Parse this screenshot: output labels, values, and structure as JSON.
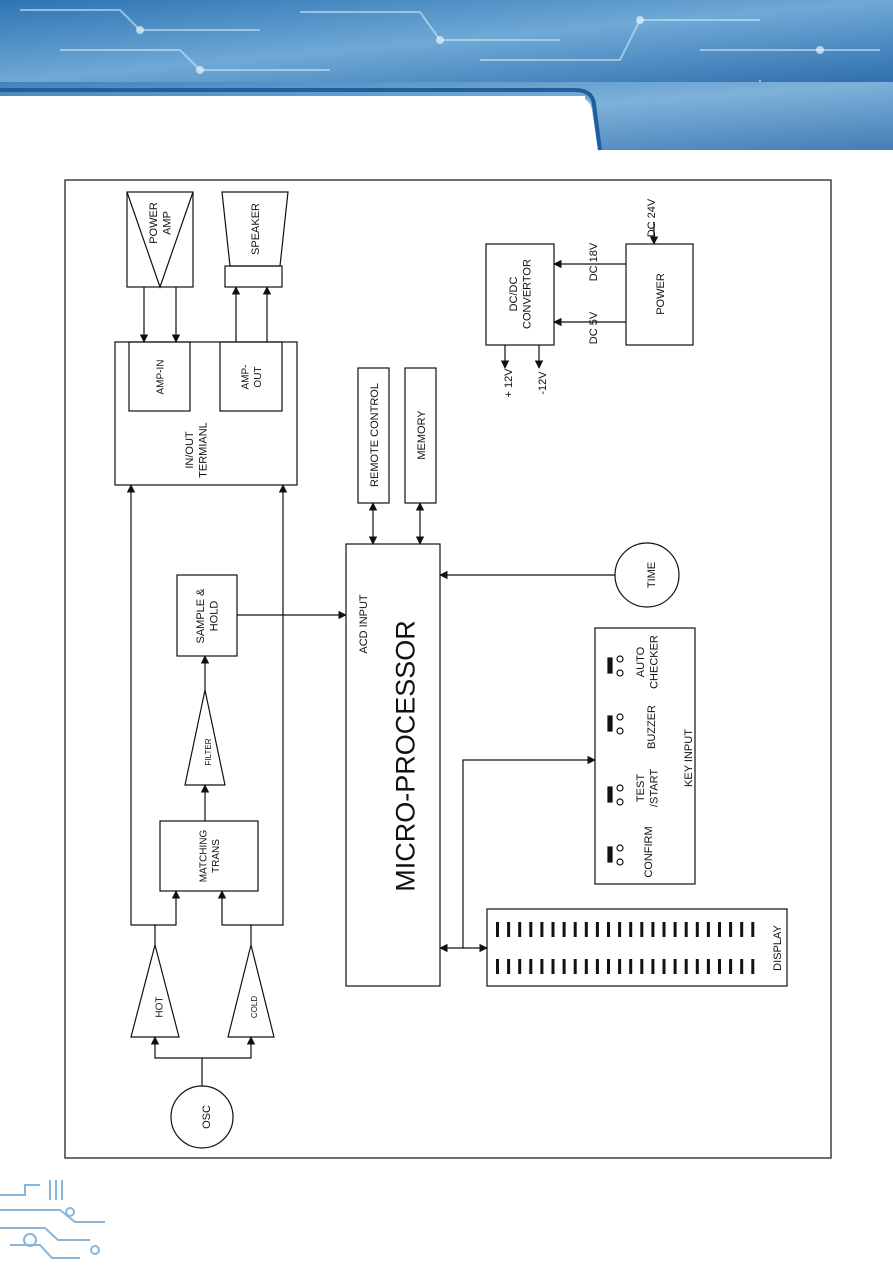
{
  "diagram": {
    "blocks": {
      "power_amp": "POWER\nAMP",
      "speaker": "SPEAKER",
      "amp_in": "AMP-IN",
      "amp_out": "AMP-\nOUT",
      "in_out_terminal": "IN/OUT\nTERMIANL",
      "remote_control": "REMOTE CONTROL",
      "memory": "MEMORY",
      "dcdc_convertor": "DC/DC\nCONVERTOR",
      "power": "POWER",
      "sample_hold": "SAMPLE &\nHOLD",
      "filter": "FILTER",
      "matching_trans": "MATCHING\nTRANS",
      "acd_input": "ACD INPUT",
      "micro_processor": "MICRO-PROCESSOR",
      "time": "TIME",
      "hot": "HOT",
      "cold": "COLD",
      "osc": "OSC",
      "display": "DISPLAY",
      "key_input": "KEY INPUT"
    },
    "voltages": {
      "dc_24v": "DC 24V",
      "dc_18v": "DC 18V",
      "dc_5v": "DC 5V",
      "plus_12v": "+ 12V",
      "minus_12v": "-12V"
    },
    "keys": [
      "CONFIRM",
      "TEST\n/START",
      "BUZZER",
      "AUTO\nCHECKER"
    ]
  }
}
